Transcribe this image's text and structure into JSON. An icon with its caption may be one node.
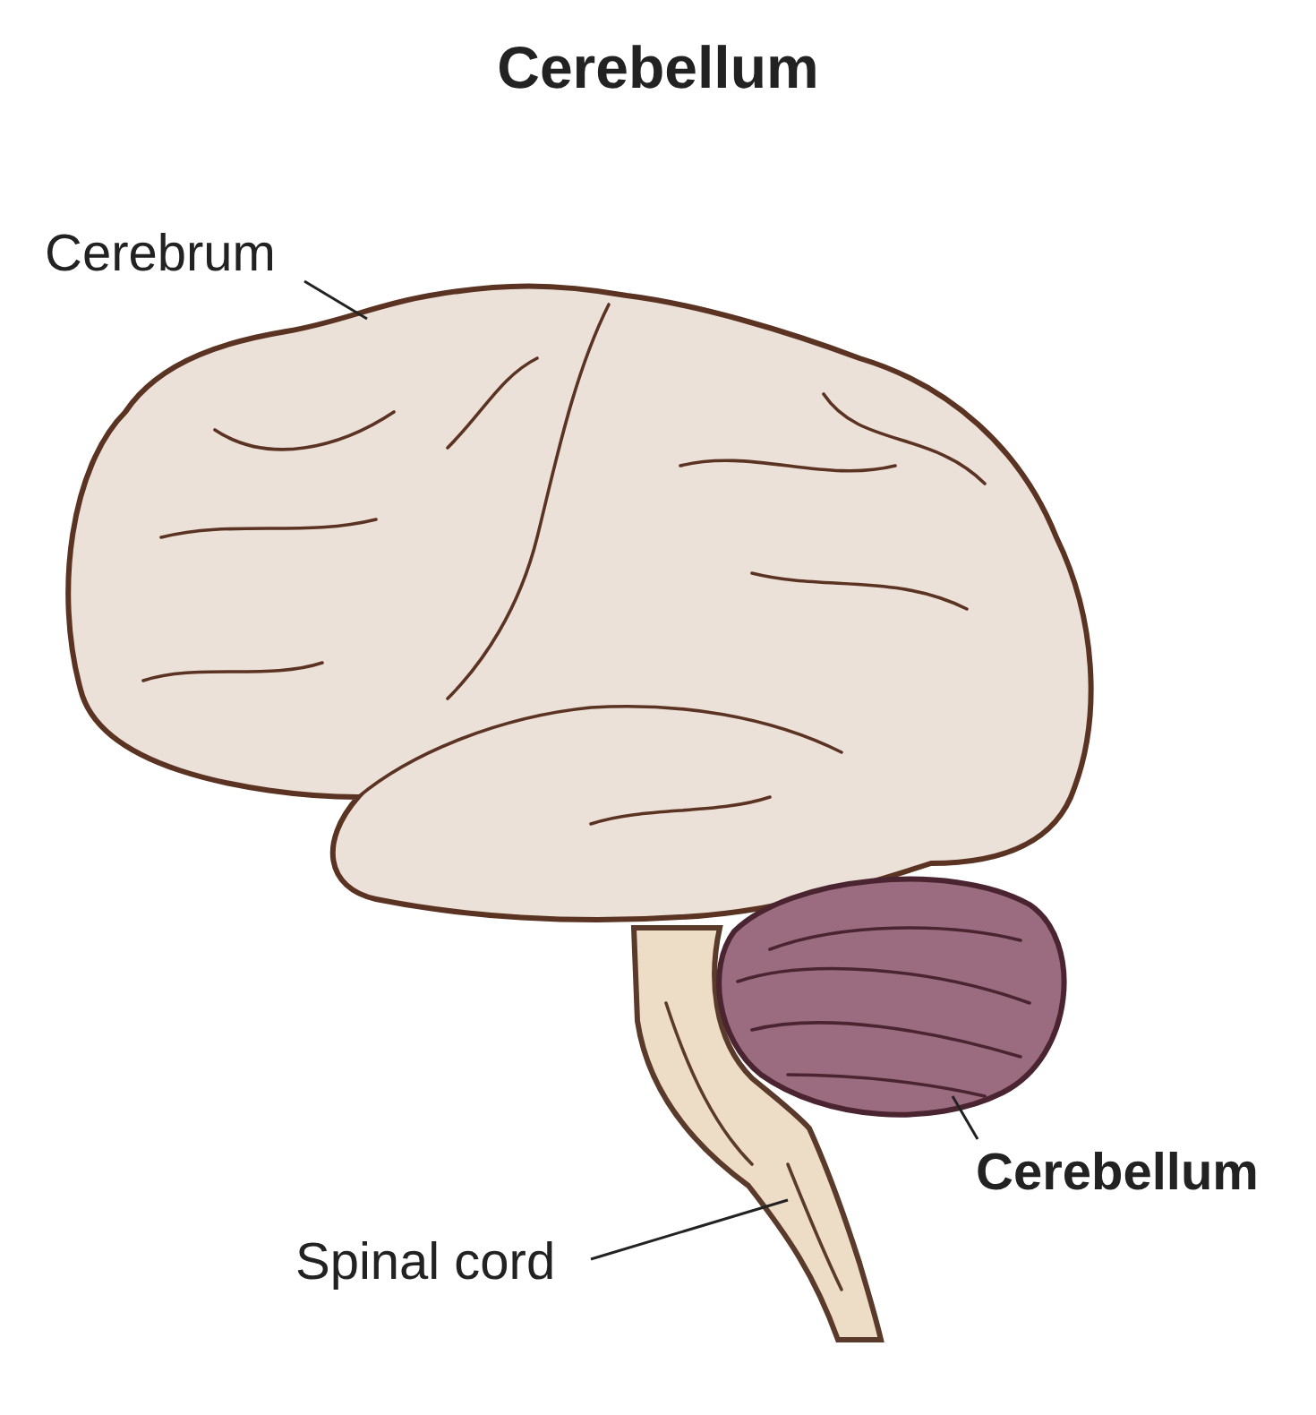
{
  "diagram": {
    "title": "Cerebellum",
    "nodes": [
      {
        "text": [
          "Cerebrum"
        ]
      },
      {
        "text": [],
        "shape": "picture"
      },
      {
        "text": [
          "Cerebellum"
        ]
      },
      {
        "text": [],
        "shape": "picture"
      },
      {
        "text": [
          "Spinal cord"
        ]
      },
      {
        "text": [],
        "shape": "picture"
      }
    ],
    "edges": [
      {
        "from": 0,
        "to": 1,
        "arrow": "none"
      },
      {
        "from": 2,
        "to": 3,
        "arrow": "none"
      },
      {
        "from": 4,
        "to": 5,
        "arrow": "none"
      }
    ]
  }
}
